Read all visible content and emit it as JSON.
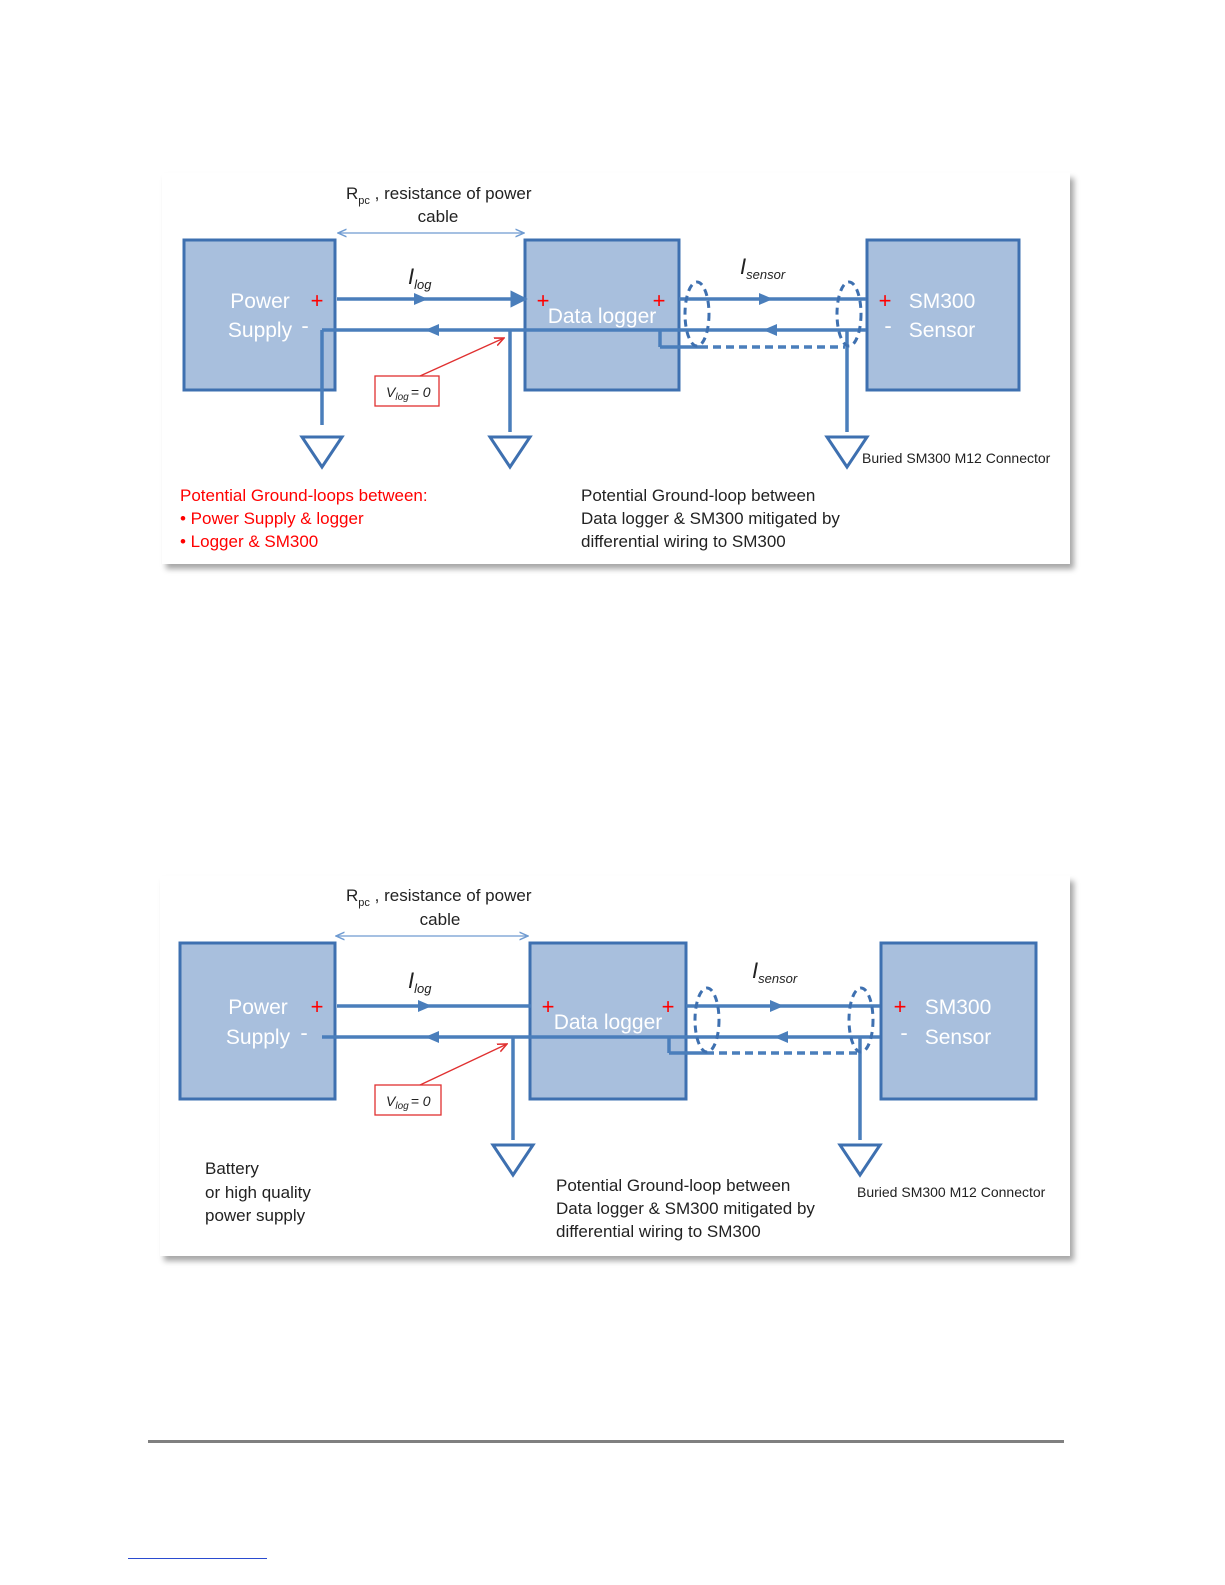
{
  "colors": {
    "box_fill": "#a8bfdd",
    "box_stroke": "#3e70b0",
    "wire": "#4a7ebb",
    "plus_red": "#ff0000",
    "note_red": "#ff0000",
    "box_text": "#ffffff",
    "callout_stroke": "#e03030"
  },
  "figures": [
    {
      "rpc_label_prefix": "R",
      "rpc_label_sub": "pc",
      "rpc_label_line1": " , resistance of power",
      "rpc_label_line2": "cable",
      "i_log_main": "I",
      "i_log_sub": "log",
      "i_sensor_main": "I",
      "i_sensor_sub": "sensor",
      "power_supply_line1": "Power",
      "power_supply_line2": "Supply",
      "data_logger_label": "Data logger",
      "sm300_line1": "SM300",
      "sm300_line2": "Sensor",
      "plus": "+",
      "minus": "-",
      "vlog_main": "V",
      "vlog_sub": "log",
      "vlog_eq": "= 0",
      "connector_label": "Buried SM300 M12 Connector",
      "left_note_lines": [
        "Potential Ground-loops between:",
        "• Power Supply & logger",
        "• Logger & SM300"
      ],
      "right_note_lines": [
        "Potential Ground-loop between",
        "Data logger & SM300 mitigated by",
        "differential wiring to SM300"
      ]
    },
    {
      "rpc_label_prefix": "R",
      "rpc_label_sub": "pc",
      "rpc_label_line1": " , resistance of power",
      "rpc_label_line2": "cable",
      "i_log_main": "I",
      "i_log_sub": "log",
      "i_sensor_main": "I",
      "i_sensor_sub": "sensor",
      "power_supply_line1": "Power",
      "power_supply_line2": "Supply",
      "data_logger_label": "Data logger",
      "sm300_line1": "SM300",
      "sm300_line2": "Sensor",
      "plus": "+",
      "minus": "-",
      "vlog_main": "V",
      "vlog_sub": "log",
      "vlog_eq": "= 0",
      "connector_label": "Buried SM300 M12 Connector",
      "left_note_lines": [
        "Battery",
        "or high quality",
        "power supply"
      ],
      "right_note_lines": [
        "Potential Ground-loop between",
        "Data logger & SM300 mitigated by",
        "differential wiring to SM300"
      ]
    }
  ]
}
